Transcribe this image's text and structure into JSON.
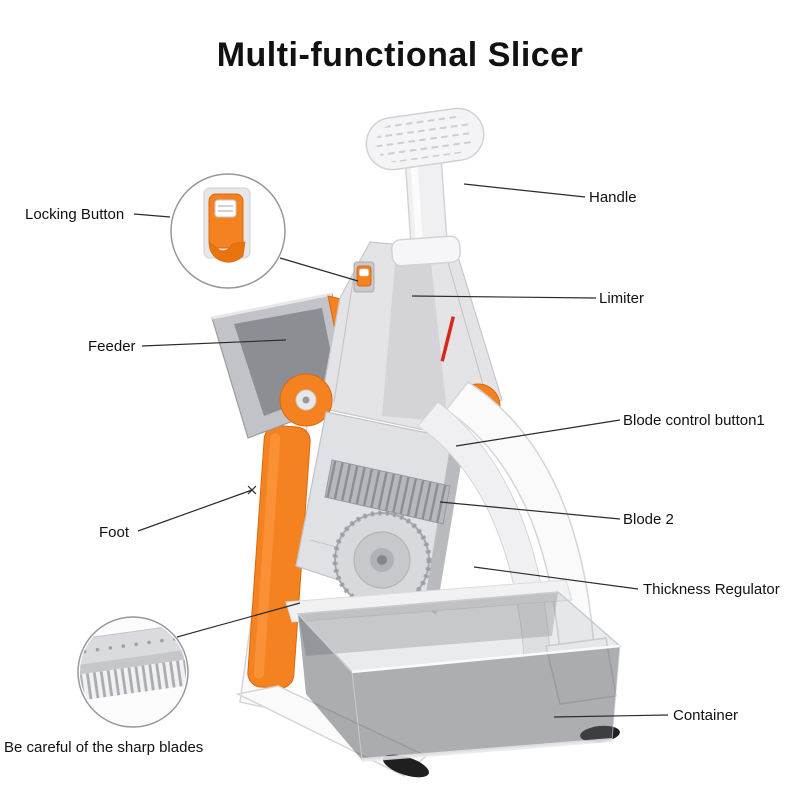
{
  "page": {
    "title": "Multi-functional Slicer"
  },
  "labels": {
    "locking_button": "Locking Button",
    "handle": "Handle",
    "limiter": "Limiter",
    "feeder": "Feeder",
    "blade_control": "Blode control button1",
    "foot": "Foot",
    "blade_2": "Blode 2",
    "thickness_regulator": "Thickness Regulator",
    "container": "Container",
    "warning": "Be careful of the sharp blades"
  },
  "colors": {
    "accent_orange": "#F58220",
    "orange_dark": "#D9690F",
    "body_gray": "#E4E4E7",
    "metal_gray": "#B9BABF",
    "container_gray": "#5A5E63",
    "line_black": "#2B2B2B",
    "text_black": "#111111"
  }
}
